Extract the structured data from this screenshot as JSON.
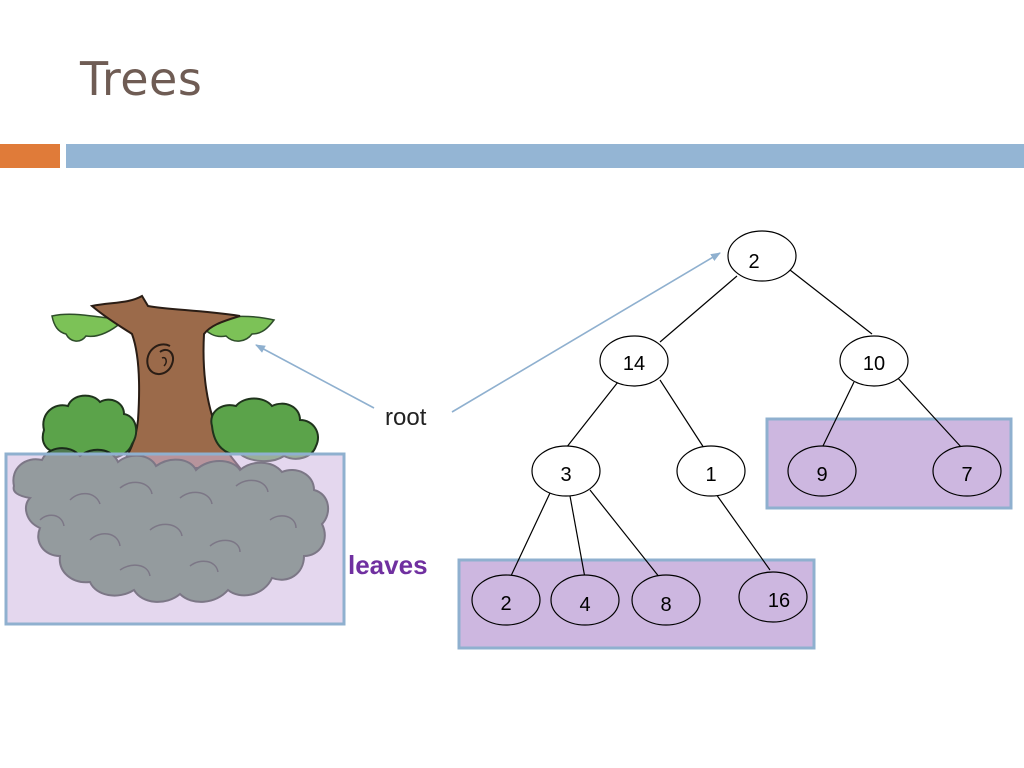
{
  "slide": {
    "title": "Trees"
  },
  "labels": {
    "root": "root",
    "leaves": "leaves"
  },
  "tree": {
    "nodes": [
      "2",
      "14",
      "10",
      "3",
      "1",
      "9",
      "7",
      "2",
      "4",
      "8",
      "16"
    ]
  },
  "colors": {
    "title": "#6f5c54",
    "accent_orange": "#e07b39",
    "accent_blue": "#94b5d4",
    "highlight_fill": "#cdb7e0",
    "highlight_border": "#8fb0cf",
    "leaves_text": "#7030a0",
    "foliage_dark": "#4f7a4f",
    "foliage_light": "#5ba34a",
    "trunk": "#9b6a4a"
  }
}
